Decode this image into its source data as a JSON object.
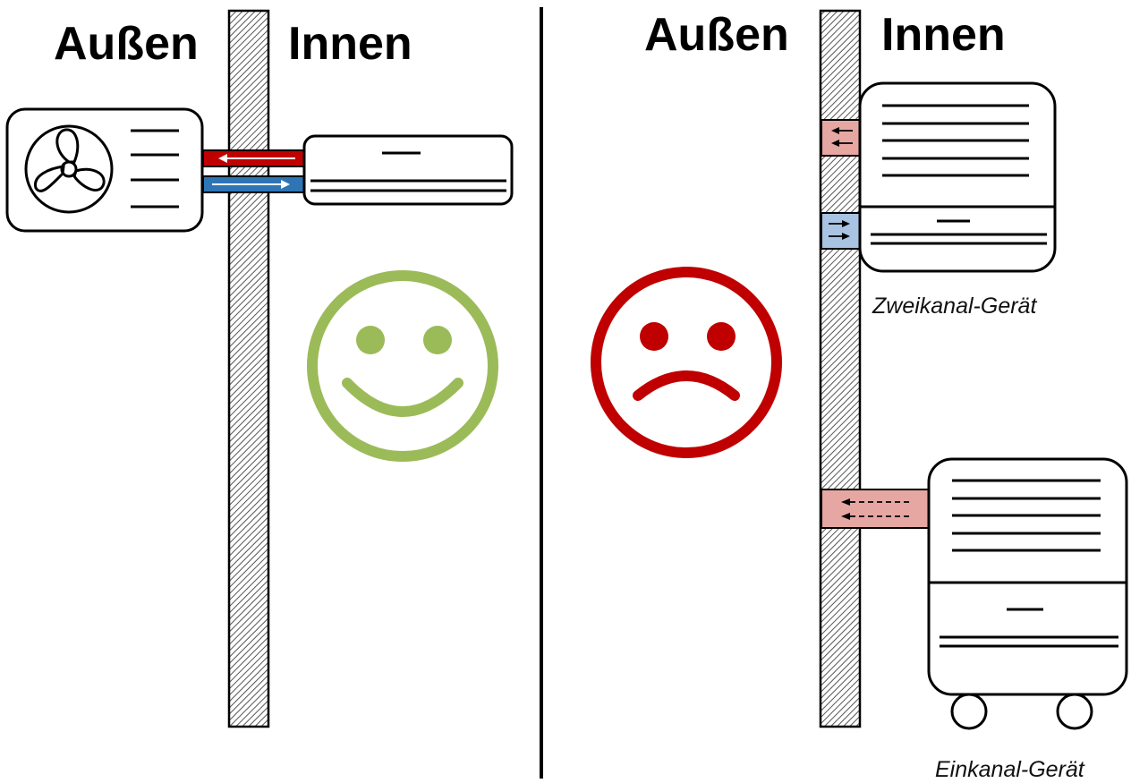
{
  "left_panel": {
    "outside_label": "Außen",
    "inside_label": "Innen",
    "mood": "happy"
  },
  "right_panel": {
    "outside_label": "Außen",
    "inside_label": "Innen",
    "mood": "sad",
    "dual_duct_caption": "Zweikanal-Gerät",
    "single_duct_caption": "Einkanal-Gerät"
  },
  "colors": {
    "happy_face": "#9bbb59",
    "sad_face": "#c00000",
    "warm_pipe": "#c00000",
    "cool_pipe": "#2e75b6",
    "warm_duct": "#e6a7a3",
    "cool_duct": "#a9c3e2",
    "line": "#000000"
  },
  "icons": {
    "outdoor_unit_fan": "fan-icon",
    "happy": "happy-face-icon",
    "sad": "sad-face-icon"
  }
}
